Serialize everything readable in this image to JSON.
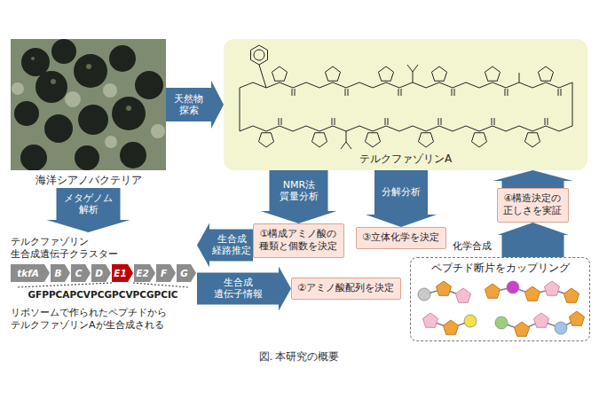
{
  "diagram": {
    "caption": "図. 本研究の概要",
    "nodes": [
      {
        "text": [
          "海洋シアノバクテリア"
        ]
      },
      {
        "text": [
          "テルクファゾリンA"
        ]
      },
      {
        "text": [
          "テルクファゾリン 生合成遺伝子クラスター",
          "GFPPCAPCVPCGPCVPCGPCIC",
          "リボソームで作られたペプチドから テルクファゾリンAが生合成される"
        ]
      },
      {
        "text": [
          "tkfA"
        ],
        "in": 2
      },
      {
        "text": [
          "B"
        ],
        "in": 2
      },
      {
        "text": [
          "C"
        ],
        "in": 2
      },
      {
        "text": [
          "D"
        ],
        "in": 2
      },
      {
        "text": [
          "E1"
        ],
        "in": 2
      },
      {
        "text": [
          "E2"
        ],
        "in": 2
      },
      {
        "text": [
          "F"
        ],
        "in": 2
      },
      {
        "text": [
          "G"
        ],
        "in": 2
      },
      {
        "text": [
          "①構成アミノ酸の 種類と個数を決定"
        ]
      },
      {
        "text": [
          "②アミノ酸配列を決定"
        ]
      },
      {
        "text": [
          "③立体化学を決定"
        ]
      },
      {
        "text": [
          "④構造決定の 正しさを実証"
        ]
      },
      {
        "text": [
          "ペプチド断片をカップリング"
        ]
      }
    ],
    "edges": [
      {
        "from": 0,
        "to": 1,
        "arrow": "to",
        "label": "天然物 探索"
      },
      {
        "from": 0,
        "to": 2,
        "arrow": "to",
        "label": "メタゲノム 解析"
      },
      {
        "from": 1,
        "to": 11,
        "arrow": "to",
        "label": "NMR法 質量分析"
      },
      {
        "from": 1,
        "to": 13,
        "arrow": "to",
        "label": "分解分析"
      },
      {
        "from": 11,
        "to": 2,
        "arrow": "to",
        "label": "生合成 経路推定"
      },
      {
        "from": 2,
        "to": 12,
        "arrow": "to",
        "label": "生合成 遺伝子情報"
      },
      {
        "from": 15,
        "to": 14,
        "arrow": "to",
        "label": "化学合成"
      },
      {
        "from": 14,
        "to": 1,
        "arrow": "to"
      }
    ]
  }
}
